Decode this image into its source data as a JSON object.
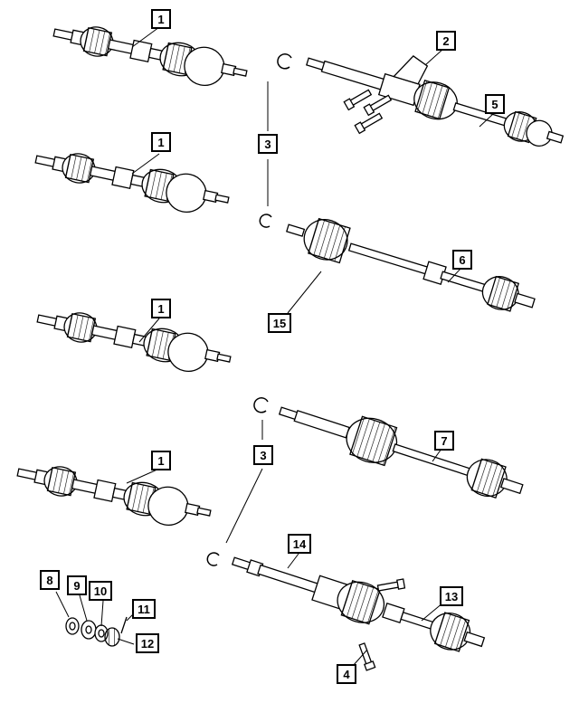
{
  "figure": {
    "callouts": [
      {
        "id": "c1a",
        "label": "1"
      },
      {
        "id": "c1b",
        "label": "1"
      },
      {
        "id": "c1c",
        "label": "1"
      },
      {
        "id": "c1d",
        "label": "1"
      },
      {
        "id": "c2",
        "label": "2"
      },
      {
        "id": "c3a",
        "label": "3"
      },
      {
        "id": "c3b",
        "label": "3"
      },
      {
        "id": "c4",
        "label": "4"
      },
      {
        "id": "c5",
        "label": "5"
      },
      {
        "id": "c6",
        "label": "6"
      },
      {
        "id": "c7",
        "label": "7"
      },
      {
        "id": "c8",
        "label": "8"
      },
      {
        "id": "c9",
        "label": "9"
      },
      {
        "id": "c10",
        "label": "10"
      },
      {
        "id": "c11",
        "label": "11"
      },
      {
        "id": "c12",
        "label": "12"
      },
      {
        "id": "c13",
        "label": "13"
      },
      {
        "id": "c14",
        "label": "14"
      },
      {
        "id": "c15",
        "label": "15"
      }
    ]
  }
}
